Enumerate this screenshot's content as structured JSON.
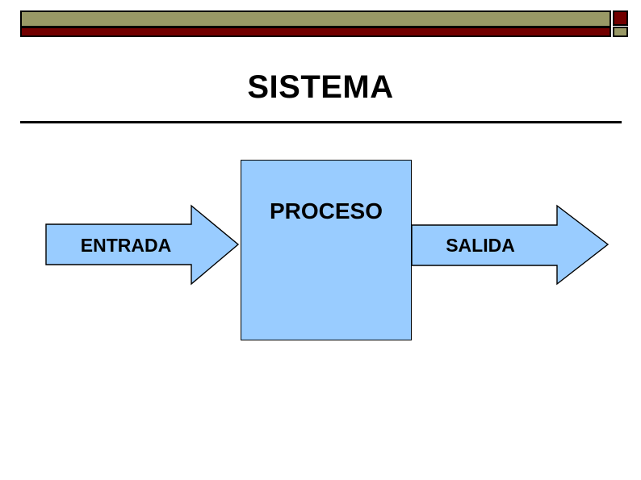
{
  "slide": {
    "title": "SISTEMA"
  },
  "diagram": {
    "process_label": "PROCESO",
    "input_label": "ENTRADA",
    "output_label": "SALIDA"
  },
  "colors": {
    "shape_fill": "#99CCFF",
    "shape_border": "#000000",
    "decor_olive": "#999966",
    "decor_maroon": "#720000",
    "text": "#000000",
    "background": "#FFFFFF"
  }
}
